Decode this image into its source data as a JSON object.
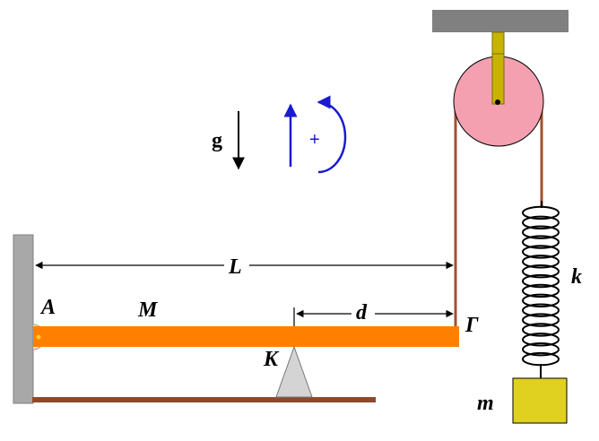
{
  "labels": {
    "g": "g",
    "plus": "+",
    "L": "L",
    "A": "A",
    "M": "M",
    "d": "d",
    "Gamma": "Γ",
    "K": "K",
    "k": "k",
    "m": "m"
  },
  "colors": {
    "ceiling": "#808080",
    "wall": "#a8a8a8",
    "floor": "#8b4a2b",
    "rod": "#ff8000",
    "pulley": "#f4a0b0",
    "pulley_hanger": "#c8b400",
    "block": "#e0d020",
    "rope": "#a0522d",
    "spring": "#000000",
    "support": "#d4d4d4",
    "rotation_sign": "#1a1ad0"
  }
}
